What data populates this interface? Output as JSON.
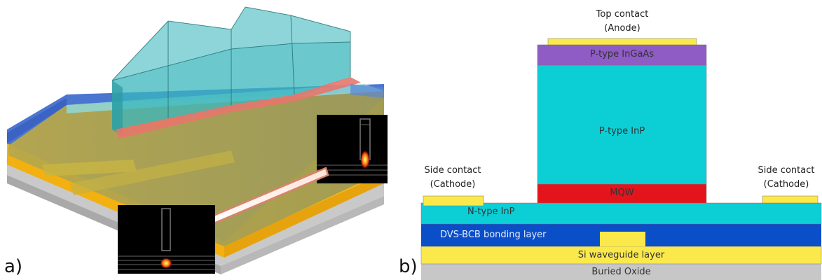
{
  "panel_a": {
    "label": "a)"
  },
  "panel_b": {
    "label": "b)",
    "top_contact": [
      "Top contact",
      "(Anode)"
    ],
    "left_contact": [
      "Side contact",
      "(Cathode)"
    ],
    "right_contact": [
      "Side contact",
      "(Cathode)"
    ],
    "layers": {
      "p_ingaas": "P-type InGaAs",
      "p_inp": "P-type InP",
      "mqw": "MQW",
      "n_inp": "N-type InP",
      "bcb": "DVS-BCB bonding layer",
      "si": "Si waveguide layer",
      "box": "Buried Oxide"
    }
  },
  "colors": {
    "teal": "#0ccfd6",
    "purple": "#8e5cc4",
    "red": "#e4141d",
    "yellow": "#fbe94b",
    "blue": "#0a4ec8",
    "grey": "#c7c7c7"
  }
}
